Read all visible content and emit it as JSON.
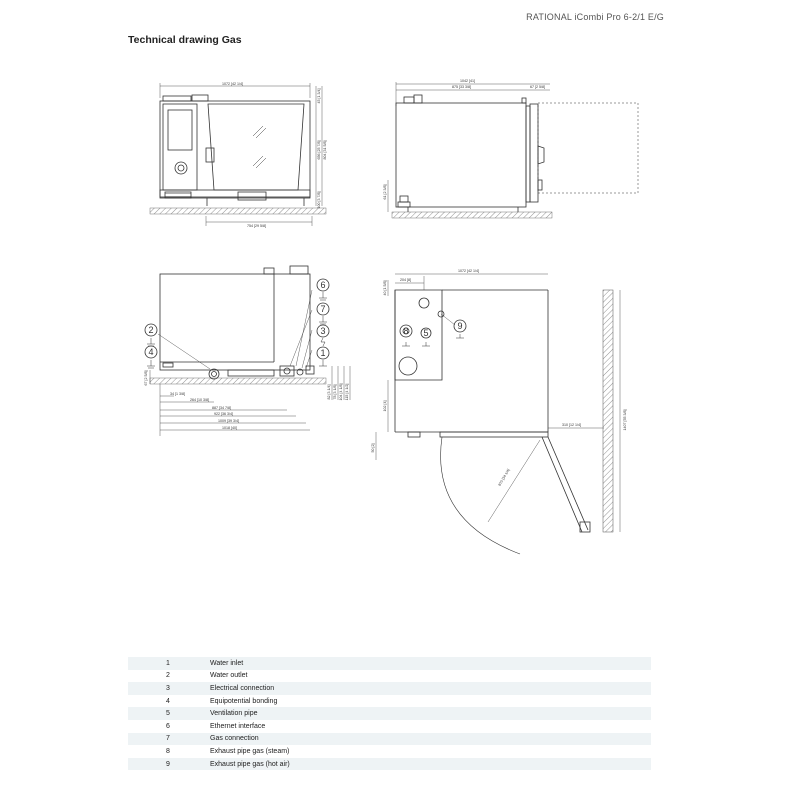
{
  "header": {
    "product": "RATIONAL iCombi Pro 6-2/1 E/G",
    "title": "Technical drawing Gas"
  },
  "drawing": {
    "front_dims": {
      "width": "1072 [42 1/4]",
      "top": "45 [1 3/4]",
      "h1": "656 [25 7/8]",
      "h2": "804 [31 5/8]",
      "bottom": "100 [3 7/8]",
      "base": "754 [29 5/8]"
    },
    "side_dims": {
      "total": "1042 [41]",
      "depth": "875 [33 3/8]",
      "rear": "67 [2 5/8]",
      "foot": "61 [2 3/8]"
    },
    "rear_dims": {
      "h1": "67 [2 5/8]",
      "w1": "34 [1 3/8]",
      "w2": "264 [10 3/8]",
      "w3": "887 [34 7/8]",
      "w4": "922 [36 3/4]",
      "w5": "1009 [39 3/4]",
      "w6": "1018 [40]",
      "v1": "82 [3 1/4]",
      "v2": "78 [3 1/8]",
      "v3": "104 [4 1/8]",
      "v4": "115 [4 1/2]"
    },
    "plan_dims": {
      "width": "1072 [42 1/4]",
      "top_left": "204 [8]",
      "top_h": "40 [1 5/8]",
      "left_h": "102 [4]",
      "door_swing": "870 [34 1/4]",
      "right_clear": "310 [12 1/4]",
      "wall": "1407 [55 3/8]",
      "bottom": "50 [2]"
    },
    "markers": {
      "m1": "1",
      "m2": "2",
      "m3": "3",
      "m4": "4",
      "m5": "5",
      "m6": "6",
      "m7": "7",
      "m8": "8",
      "m9": "9"
    }
  },
  "legend": [
    {
      "num": "1",
      "label": "Water inlet"
    },
    {
      "num": "2",
      "label": "Water outlet"
    },
    {
      "num": "3",
      "label": "Electrical connection"
    },
    {
      "num": "4",
      "label": "Equipotential bonding"
    },
    {
      "num": "5",
      "label": "Ventilation pipe"
    },
    {
      "num": "6",
      "label": "Ethernet interface"
    },
    {
      "num": "7",
      "label": "Gas connection"
    },
    {
      "num": "8",
      "label": "Exhaust pipe gas (steam)"
    },
    {
      "num": "9",
      "label": "Exhaust pipe gas (hot air)"
    }
  ],
  "colors": {
    "line": "#333333",
    "legend_stripe": "#eef3f5",
    "hatch": "#777777"
  }
}
